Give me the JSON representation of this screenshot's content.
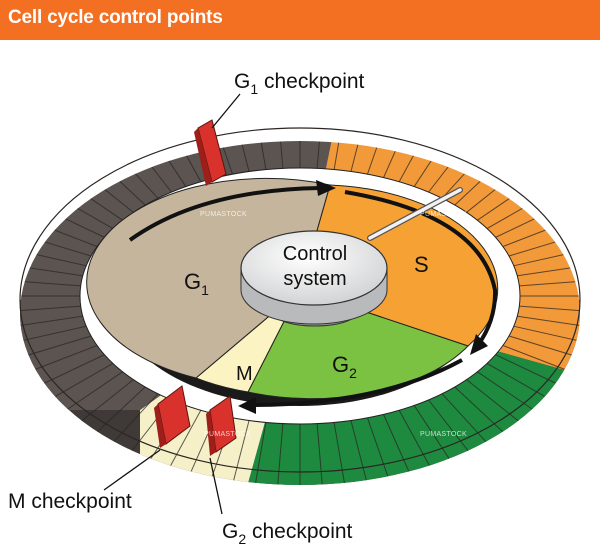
{
  "header": {
    "title": "Cell cycle control points"
  },
  "diagram": {
    "center_label_line1": "Control",
    "center_label_line2": "system",
    "phases": {
      "g1": {
        "base": "G",
        "sub": "1"
      },
      "s": {
        "text": "S"
      },
      "g2": {
        "base": "G",
        "sub": "2"
      },
      "m": {
        "text": "M"
      }
    },
    "checkpoints": {
      "g1": {
        "base": "G",
        "sub": "1",
        "suffix": " checkpoint"
      },
      "m": {
        "text": "M checkpoint"
      },
      "g2": {
        "base": "G",
        "sub": "2",
        "suffix": " checkpoint"
      }
    },
    "watermark": "PUMASTOCK",
    "colors": {
      "header": "#f36f22",
      "g1_band": "#5b5451",
      "s_band": "#f29a3a",
      "g2_band": "#1e8a3f",
      "m_band": "#f6f0c8",
      "g1_sector": "#c4b59c",
      "s_sector": "#f5a133",
      "g2_sector": "#7cc242",
      "m_sector": "#fbf3c2",
      "checkpoint": "#d9312b"
    }
  }
}
